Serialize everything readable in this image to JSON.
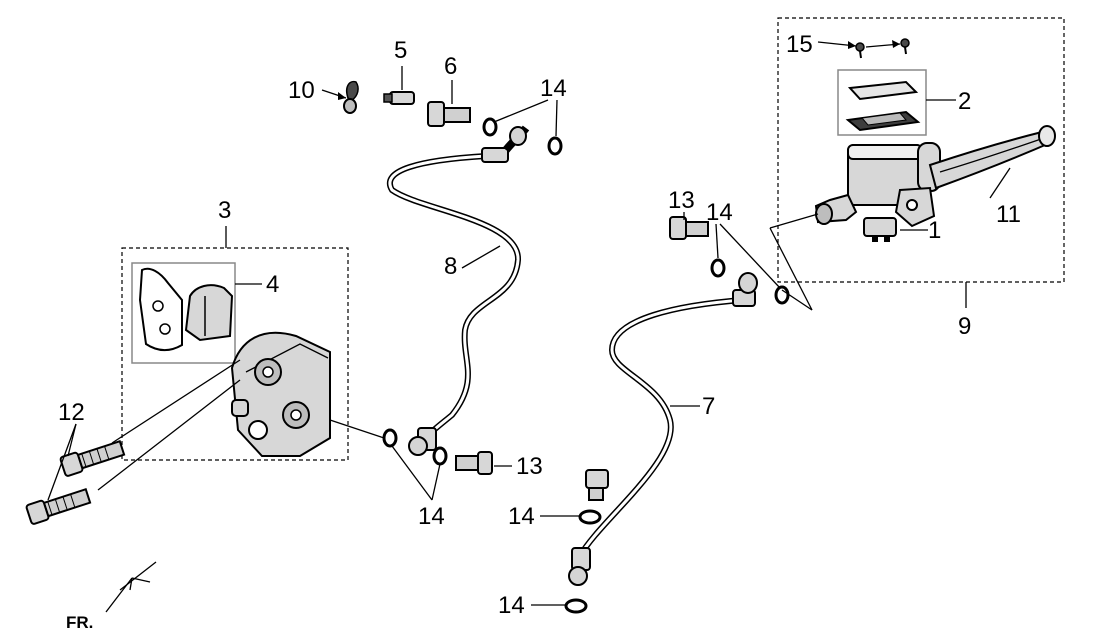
{
  "diagram": {
    "callouts": [
      {
        "id": "1",
        "text": "1"
      },
      {
        "id": "2",
        "text": "2"
      },
      {
        "id": "3",
        "text": "3"
      },
      {
        "id": "4",
        "text": "4"
      },
      {
        "id": "5",
        "text": "5"
      },
      {
        "id": "6",
        "text": "6"
      },
      {
        "id": "7",
        "text": "7"
      },
      {
        "id": "8",
        "text": "8"
      },
      {
        "id": "9",
        "text": "9"
      },
      {
        "id": "10",
        "text": "10"
      },
      {
        "id": "11",
        "text": "11"
      },
      {
        "id": "12",
        "text": "12"
      },
      {
        "id": "13a",
        "text": "13"
      },
      {
        "id": "13b",
        "text": "13"
      },
      {
        "id": "14a",
        "text": "14"
      },
      {
        "id": "14b",
        "text": "14"
      },
      {
        "id": "14c",
        "text": "14"
      },
      {
        "id": "14d",
        "text": "14"
      },
      {
        "id": "14e",
        "text": "14"
      },
      {
        "id": "15",
        "text": "15"
      }
    ],
    "direction_label": "FR."
  }
}
